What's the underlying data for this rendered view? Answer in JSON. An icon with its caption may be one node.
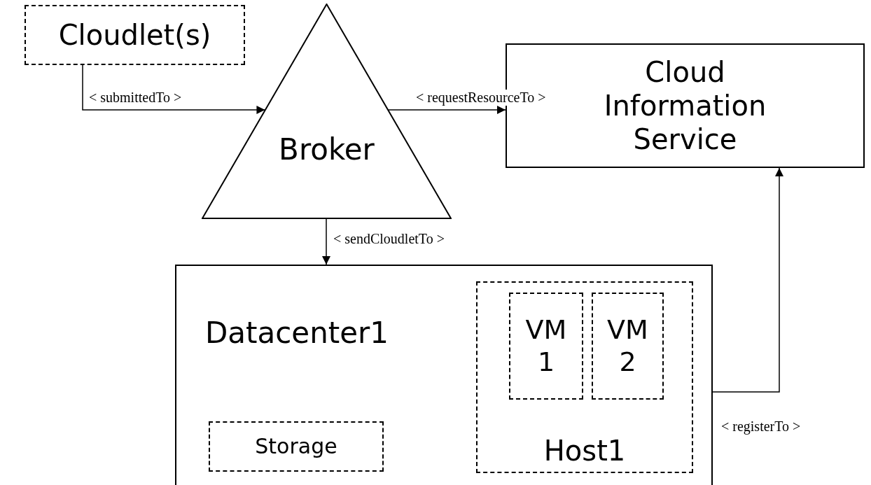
{
  "diagram": {
    "nodes": [
      {
        "text": [
          "Cloudlet(s)"
        ]
      },
      {
        "text": [
          "Broker"
        ]
      },
      {
        "text": [
          "Cloud Information Service"
        ]
      },
      {
        "text": [
          "Datacenter1"
        ]
      },
      {
        "text": [
          "Storage"
        ],
        "in": 3
      },
      {
        "text": [
          "Host1"
        ],
        "in": 3
      },
      {
        "text": [
          "VM 1"
        ],
        "in": 5
      },
      {
        "text": [
          "VM 2"
        ],
        "in": 5
      }
    ],
    "edges": [
      {
        "from": 0,
        "to": 1,
        "arrow": "to",
        "label": "< submittedTo >"
      },
      {
        "from": 1,
        "to": 2,
        "arrow": "to",
        "label": "< requestResourceTo >"
      },
      {
        "from": 1,
        "to": 3,
        "arrow": "to",
        "label": "< sendCloudletTo >"
      },
      {
        "from": 3,
        "to": 2,
        "arrow": "to",
        "label": "< registerTo >"
      }
    ]
  }
}
